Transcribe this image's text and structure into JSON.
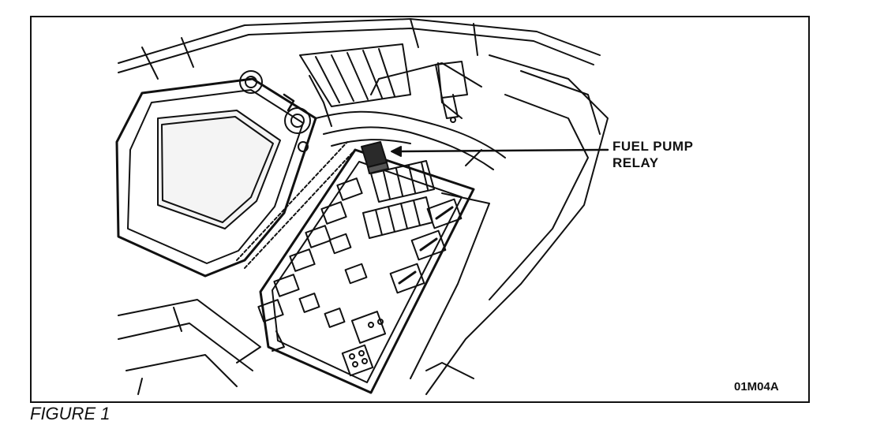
{
  "figure": {
    "caption": "FIGURE 1",
    "code": "01M04A",
    "callout": {
      "line1": "FUEL PUMP",
      "line2": "RELAY"
    }
  }
}
